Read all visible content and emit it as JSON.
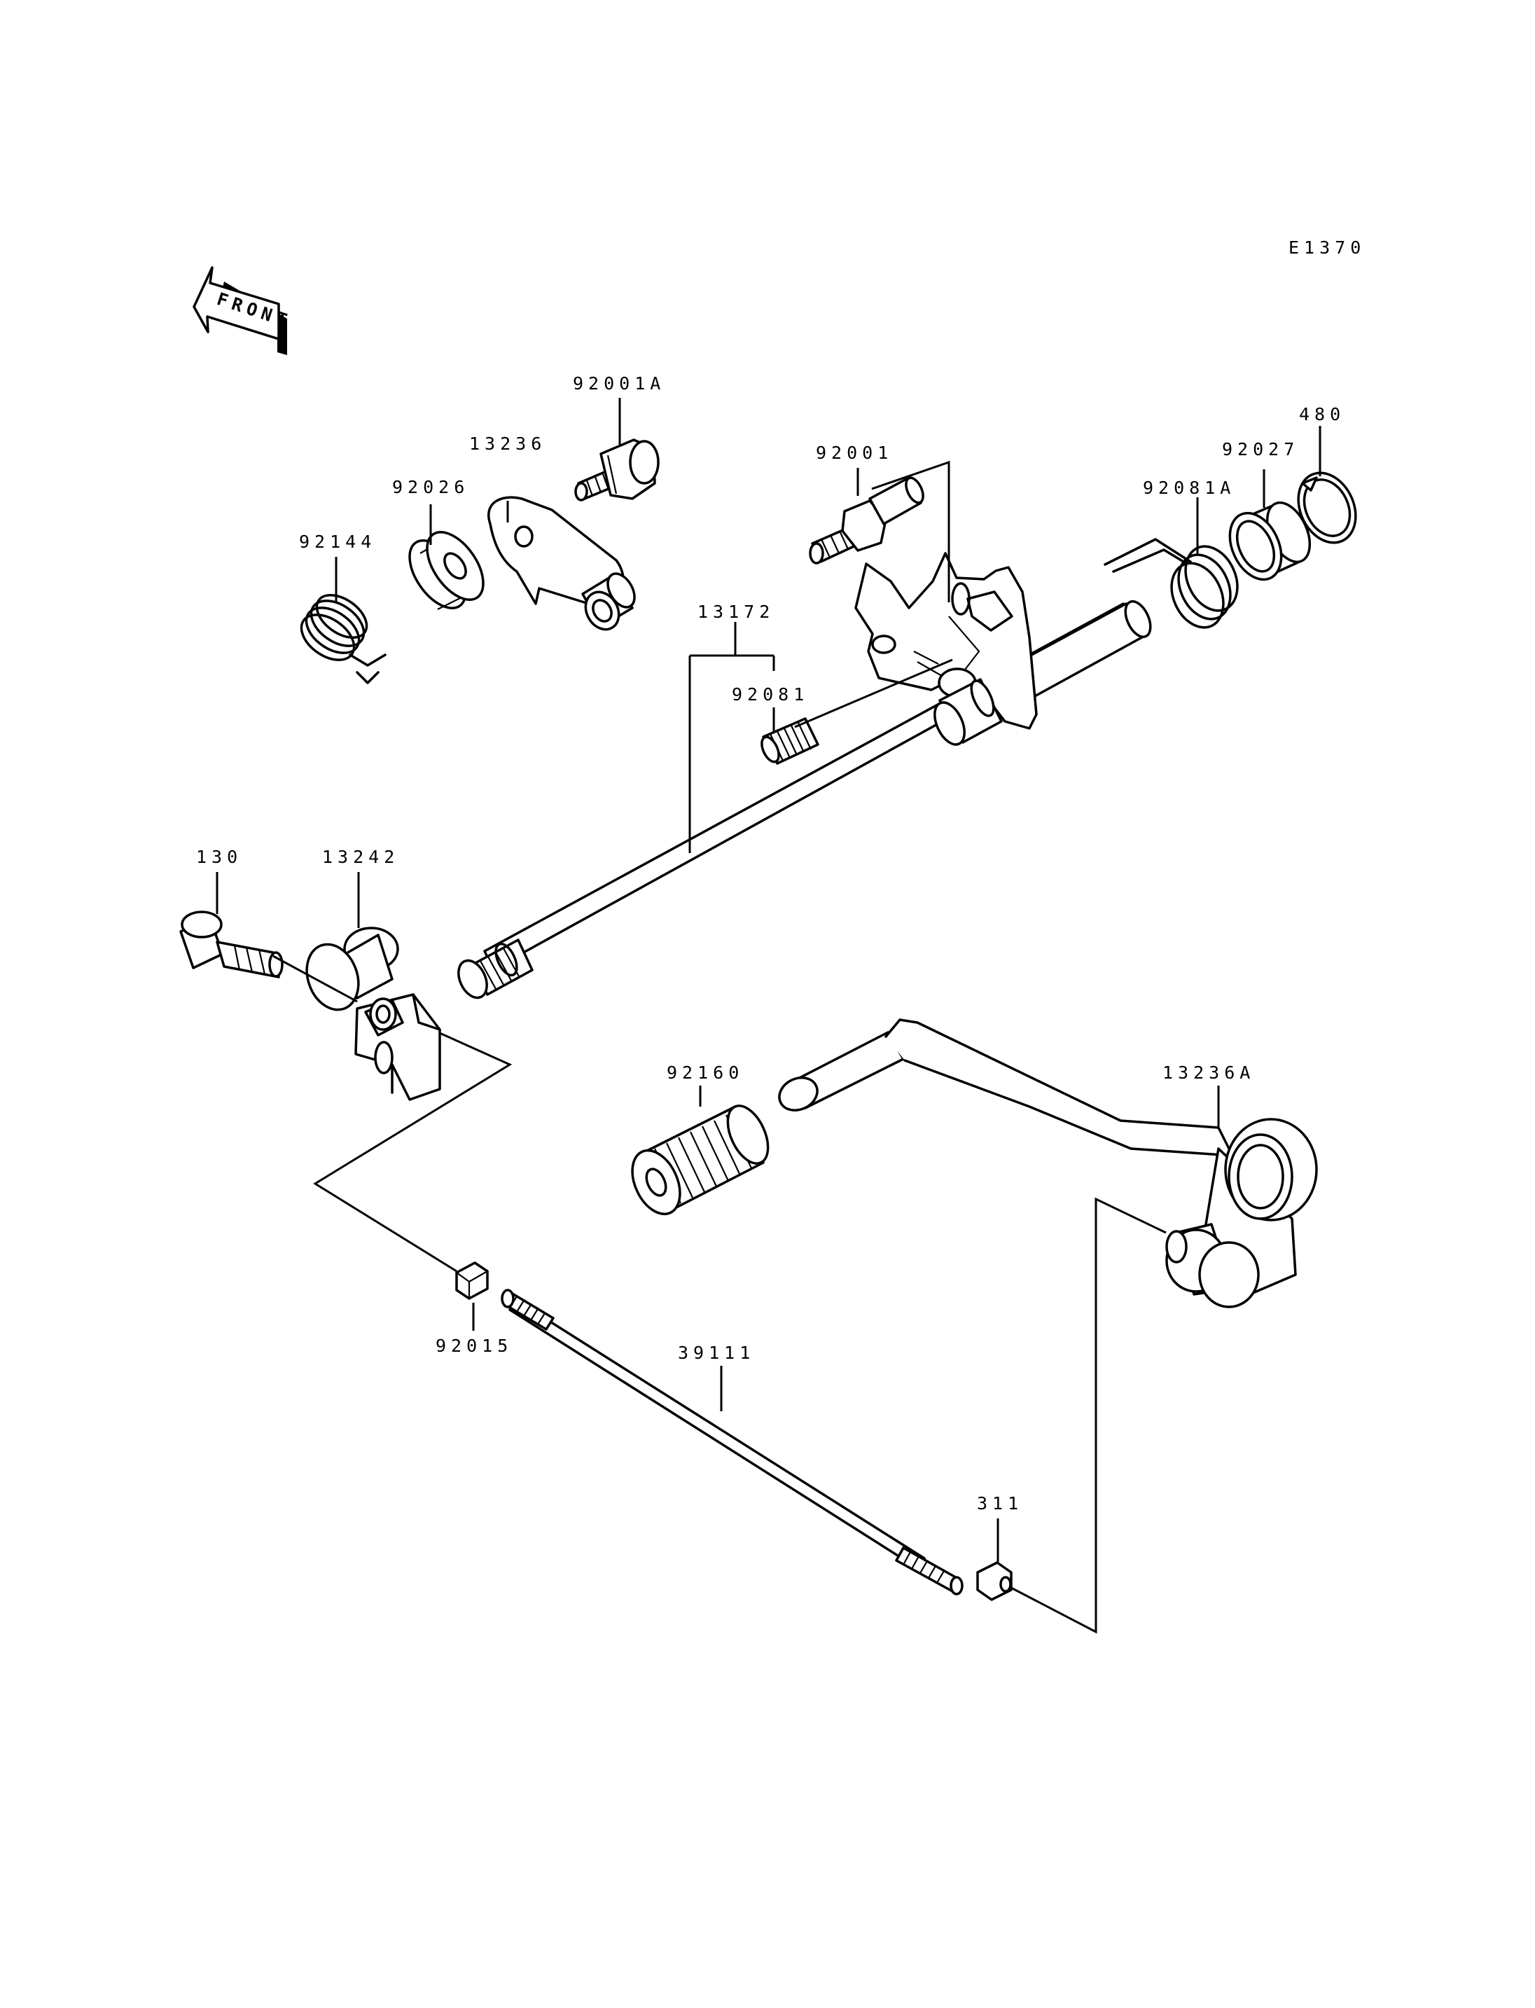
{
  "diagram": {
    "code": "E1370",
    "front_label": "FRONT",
    "part_numbers": {
      "p92001A": "92001A",
      "p13236": "13236",
      "p92026": "92026",
      "p92144": "92144",
      "p92001": "92001",
      "p13172": "13172",
      "p92081": "92081",
      "p92081A": "92081A",
      "p92027": "92027",
      "p480": "480",
      "p130": "130",
      "p13242": "13242",
      "p92160": "92160",
      "p13236A": "13236A",
      "p92015": "92015",
      "p39111": "39111",
      "p311": "311"
    }
  }
}
